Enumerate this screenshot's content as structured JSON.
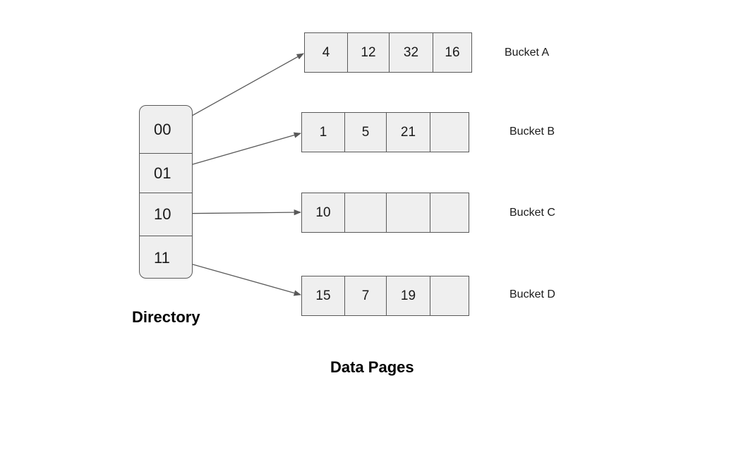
{
  "directory": {
    "title": "Directory",
    "entries": [
      {
        "label": "00"
      },
      {
        "label": "01"
      },
      {
        "label": "10"
      },
      {
        "label": "11"
      }
    ]
  },
  "data_pages": {
    "title": "Data Pages",
    "buckets": [
      {
        "name": "Bucket A",
        "values": [
          "4",
          "12",
          "32",
          "16"
        ]
      },
      {
        "name": "Bucket B",
        "values": [
          "1",
          "5",
          "21",
          ""
        ]
      },
      {
        "name": "Bucket C",
        "values": [
          "10",
          "",
          "",
          ""
        ]
      },
      {
        "name": "Bucket D",
        "values": [
          "15",
          "7",
          "19",
          ""
        ]
      }
    ]
  },
  "colors": {
    "box_fill": "#efefef",
    "border": "#595959",
    "arrow": "#595959",
    "text": "#1a1a1a"
  }
}
